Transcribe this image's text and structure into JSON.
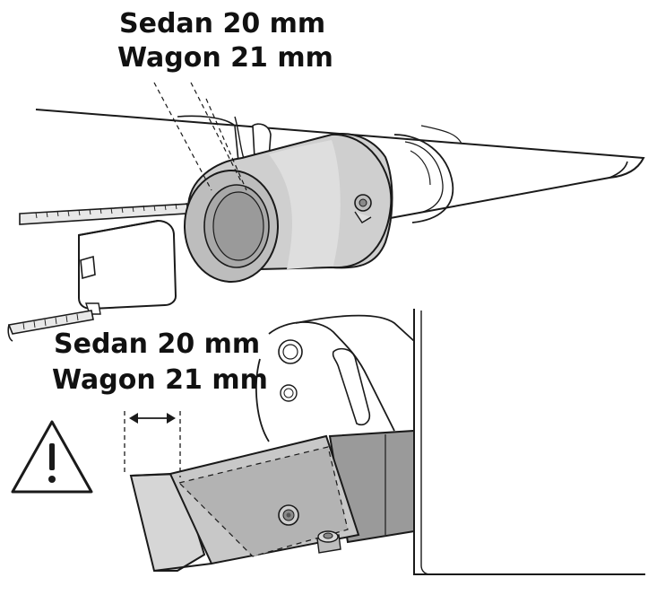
{
  "labels": {
    "top": {
      "line1": "Sedan 20 mm",
      "line2": "Wagon 21 mm"
    },
    "bottom": {
      "line1": "Sedan 20 mm",
      "line2": "Wagon 21 mm"
    }
  },
  "icons": {
    "warning": "warning-triangle-icon",
    "measure_arrow": "double-arrow-icon",
    "tape_measure": "tape-measure-icon"
  },
  "colors": {
    "line": "#1a1a1a",
    "light_gray": "#e6e6e6",
    "mid_gray": "#bdbdbd",
    "dark_gray": "#9a9a9a",
    "background": "#ffffff"
  }
}
